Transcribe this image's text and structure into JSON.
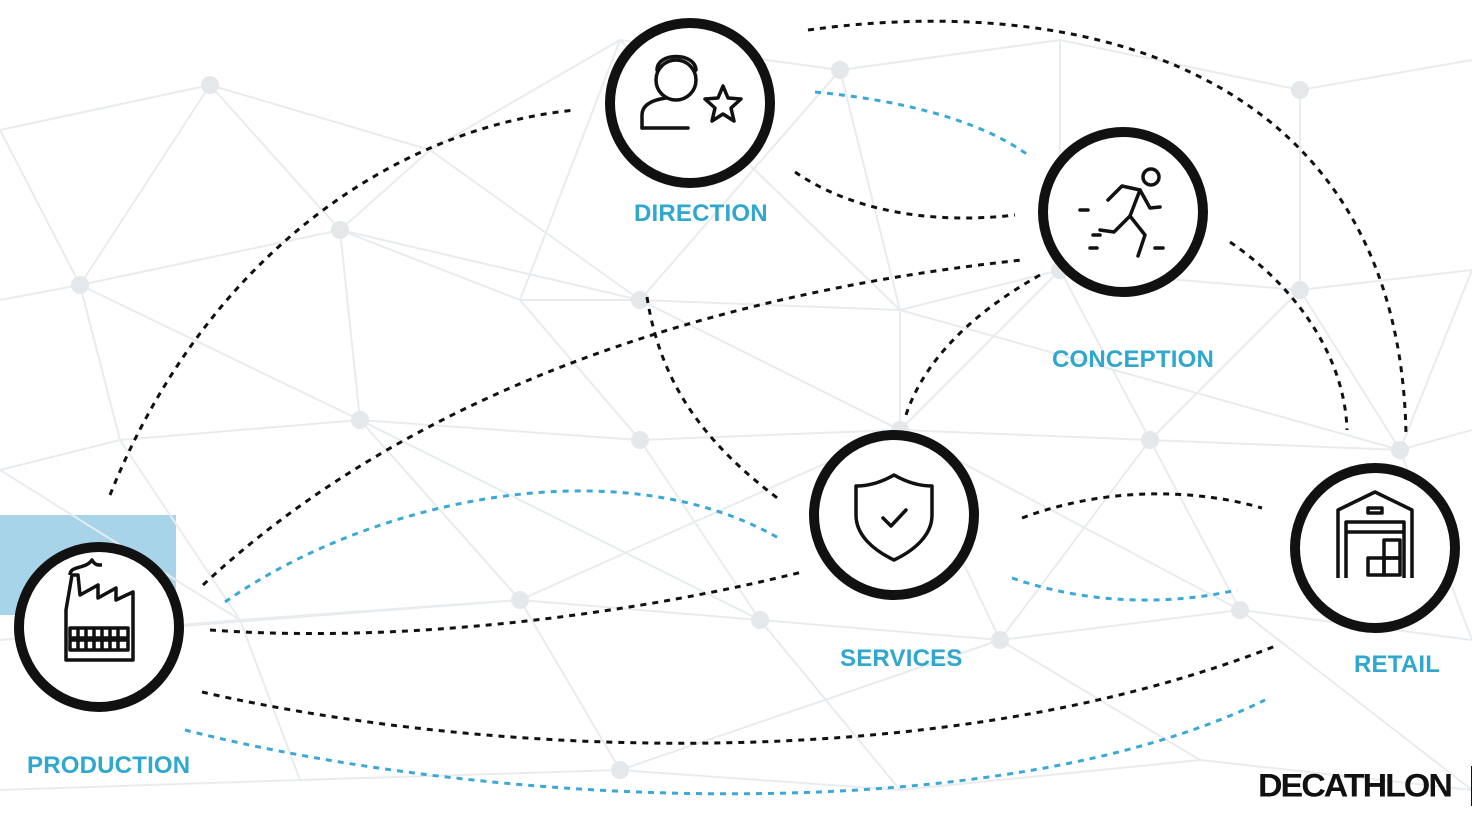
{
  "nodes": {
    "production": {
      "label": "PRODUCTION",
      "icon": "factory-icon"
    },
    "direction": {
      "label": "DIRECTION",
      "icon": "person-star-icon"
    },
    "conception": {
      "label": "CONCEPTION",
      "icon": "runner-icon"
    },
    "services": {
      "label": "SERVICES",
      "icon": "shield-check-icon"
    },
    "retail": {
      "label": "RETAIL",
      "icon": "warehouse-icon"
    }
  },
  "brand": {
    "name": "DECATHLON"
  },
  "colors": {
    "label": "#2fa7cf",
    "dash_dark": "#111111",
    "dash_blue": "#3aa9d6",
    "accent_block": "#a8d4ea",
    "background_network": "#e9ecee"
  }
}
